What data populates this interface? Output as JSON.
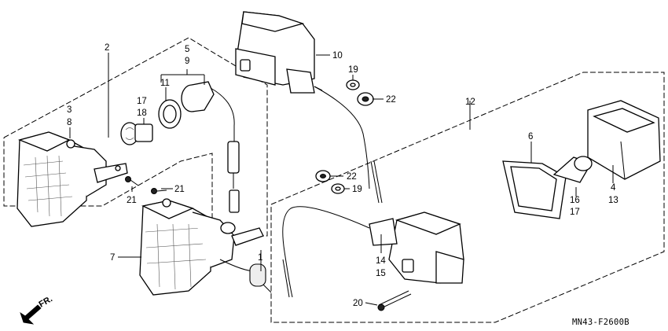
{
  "diagram": {
    "callouts": {
      "c2": "2",
      "c5": "5",
      "c9": "9",
      "c11": "11",
      "c17": "17",
      "c18": "18",
      "c3": "3",
      "c8": "8",
      "c21a": "21",
      "c21b": "21",
      "c7": "7",
      "c1": "1",
      "c10": "10",
      "c19a": "19",
      "c22a": "22",
      "c12": "12",
      "c6": "6",
      "c4": "4",
      "c13": "13",
      "c16": "16",
      "c17b": "17",
      "c22b": "22",
      "c19b": "19",
      "c14": "14",
      "c15": "15",
      "c20": "20"
    },
    "direction_label": "FR.",
    "diagram_code": "MN43-F2600B"
  }
}
